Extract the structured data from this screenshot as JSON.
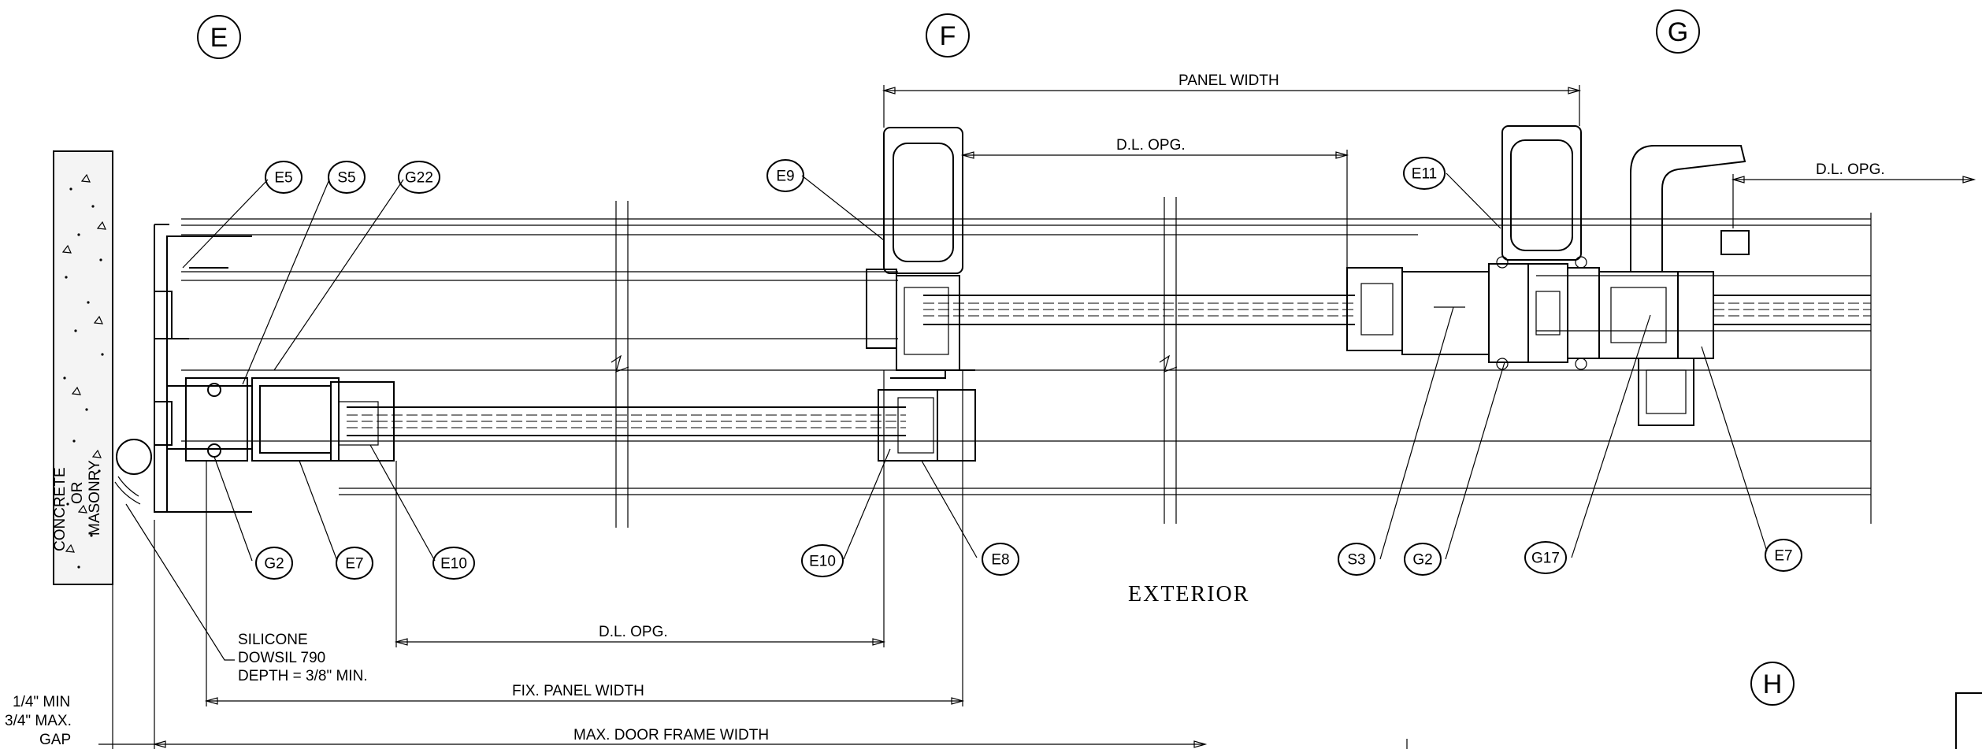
{
  "grid_bubbles": {
    "e": "E",
    "f": "F",
    "g": "G",
    "h": "H"
  },
  "callouts": {
    "e5": "E5",
    "s5": "S5",
    "g22": "G22",
    "e9": "E9",
    "e11": "E11",
    "g2_left": "G2",
    "e7_left": "E7",
    "e10_left": "E10",
    "e10_mid": "E10",
    "e8": "E8",
    "s3": "S3",
    "g2_right": "G2",
    "g17": "G17",
    "e7_right": "E7"
  },
  "dimensions": {
    "panel_width": "PANEL WIDTH",
    "dl_opg_top_mid": "D.L. OPG.",
    "dl_opg_top_right": "D.L. OPG.",
    "dl_opg_bottom": "D.L. OPG.",
    "fix_panel_width": "FIX. PANEL WIDTH",
    "max_door_frame_width": "MAX. DOOR FRAME WIDTH"
  },
  "notes": {
    "silicone_1": "SILICONE",
    "silicone_2": "DOWSIL 790",
    "silicone_3": "DEPTH = 3/8\" MIN.",
    "gap_1": "1/4\" MIN",
    "gap_2": "3/4\" MAX.",
    "gap_3": "GAP",
    "concrete_1": "CONCRETE",
    "concrete_2": "OR",
    "concrete_3": "MASONRY",
    "exterior": "EXTERIOR"
  }
}
